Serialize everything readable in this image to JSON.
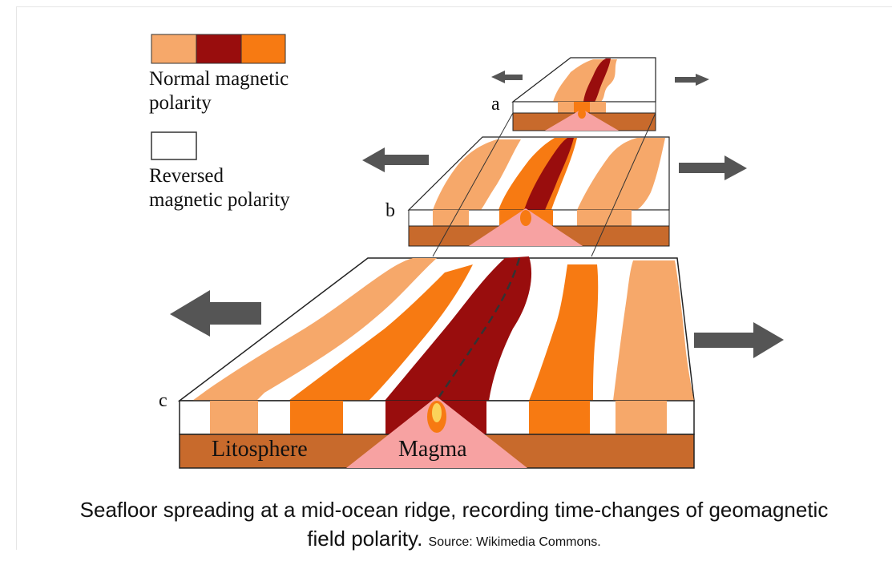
{
  "legend": {
    "normal_label_line1": "Normal magnetic",
    "normal_label_line2": "polarity",
    "reversed_label_line1": "Reversed",
    "reversed_label_line2": "magnetic polarity"
  },
  "stages": {
    "a": "a",
    "b": "b",
    "c": "c"
  },
  "layers": {
    "lithosphere": "Litosphere",
    "magma": "Magma"
  },
  "caption": {
    "main_line1": "Seafloor spreading at a mid-ocean ridge, recording time-changes of geomagnetic",
    "main_line2": "field polarity.",
    "source": "Source: Wikimedia Commons."
  },
  "colors": {
    "light_orange": "#f6a86a",
    "dark_red": "#990d0d",
    "orange": "#f77a12",
    "lithosphere": "#c86a2c",
    "magma": "#f7a2a2",
    "arrow": "#555555"
  }
}
